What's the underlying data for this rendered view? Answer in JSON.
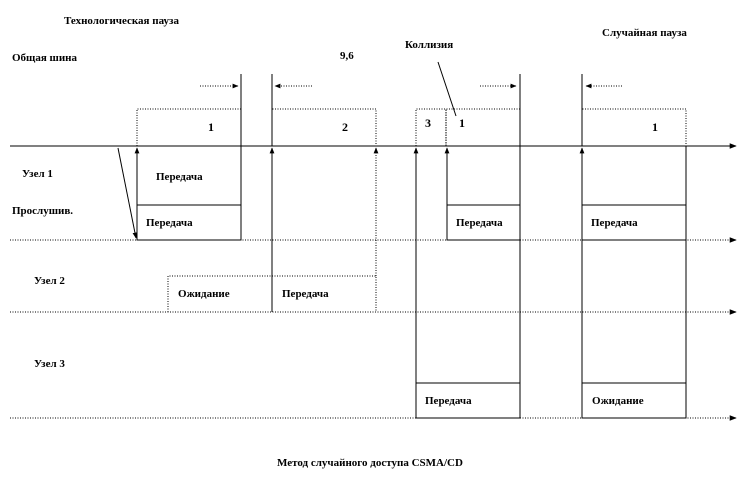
{
  "labels": {
    "tech_pause": "Технологическая пауза",
    "common_bus": "Общая шина",
    "value_96": "9,6",
    "collision": "Коллизия",
    "random_pause": "Случайная пауза",
    "node1": "Узел 1",
    "listening": "Прослушив.",
    "node2": "Узел 2",
    "node3": "Узел 3",
    "caption": "Метод случайного доступа CSMA/CD"
  },
  "bus": {
    "frame1_num": "1",
    "frame2_num": "2",
    "frame3_num": "3",
    "frame4_num": "1",
    "frame5_num": "1"
  },
  "node1": {
    "transmit_top": "Передача",
    "transmit_a": "Передача",
    "transmit_b": "Передача",
    "transmit_c": "Передача"
  },
  "node2": {
    "waiting": "Ожидание",
    "transmit": "Передача"
  },
  "node3": {
    "transmit": "Передача",
    "waiting": "Ожидание"
  }
}
